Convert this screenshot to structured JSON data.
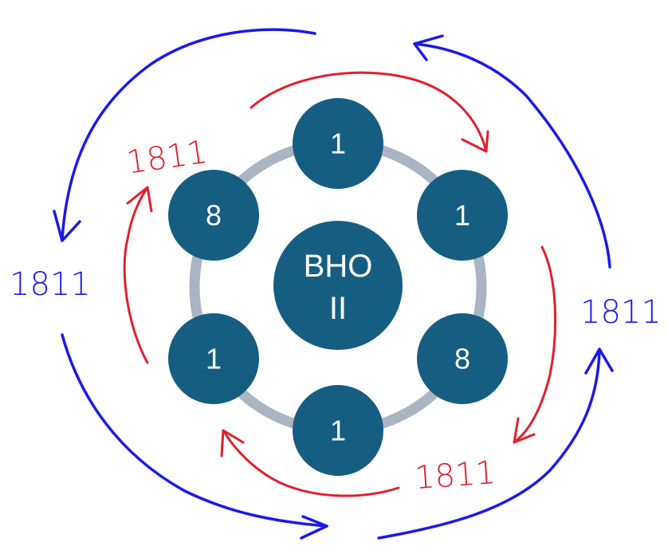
{
  "center": {
    "line1": "BHO",
    "line2": "II"
  },
  "nodes": [
    {
      "label": "1"
    },
    {
      "label": "1"
    },
    {
      "label": "8"
    },
    {
      "label": "1"
    },
    {
      "label": "1"
    },
    {
      "label": "8"
    }
  ],
  "annotations": {
    "red_top_left": "1811",
    "red_bottom_right": "1811",
    "blue_left": "1811",
    "blue_right": "1811"
  },
  "colors": {
    "node_fill": "#155e82",
    "ring": "#aab5c2",
    "red": "#e0202e",
    "blue": "#1a1ae6"
  }
}
